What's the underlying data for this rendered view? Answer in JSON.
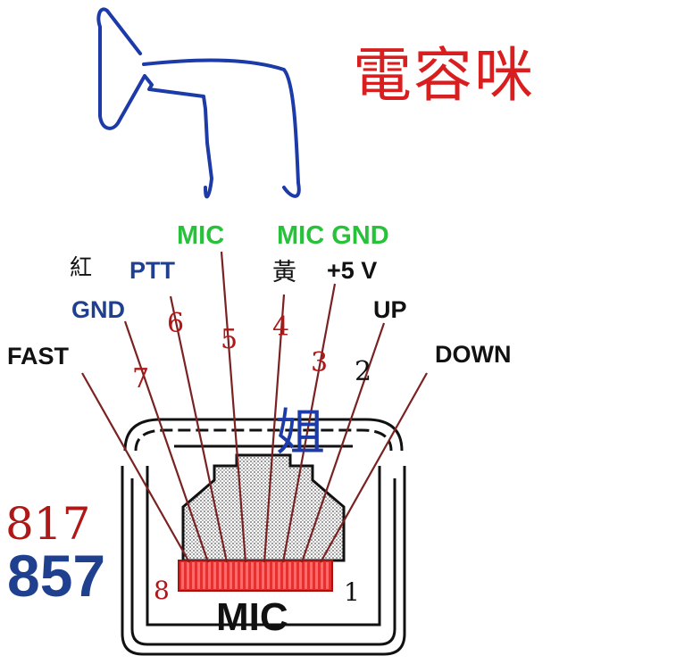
{
  "title": "電容咪",
  "annotations": {
    "red_mark": "紅",
    "yellow_mark": "黃",
    "sister_mark": "姐"
  },
  "models": [
    "817",
    "857"
  ],
  "connector_label": "MIC",
  "end_numbers": {
    "left": "8",
    "right": "1"
  },
  "pins": [
    {
      "number": "8",
      "name": "FAST"
    },
    {
      "number": "7",
      "name": "GND"
    },
    {
      "number": "6",
      "name": "PTT"
    },
    {
      "number": "5",
      "name": "MIC"
    },
    {
      "number": "4",
      "name": "黃"
    },
    {
      "number": "3",
      "name": "+5 V"
    },
    {
      "number": "2",
      "name": "UP"
    },
    {
      "number": "1",
      "name": "DOWN"
    }
  ],
  "top_labels": {
    "mic": "MIC",
    "mic_gnd": "MIC GND"
  },
  "colors": {
    "title_red": "#d81e1e",
    "number_red": "#b01818",
    "model_navy": "#1f3f8f",
    "green": "#27c23a",
    "wire": "#7a2222",
    "blue_ink": "#1c3aa8",
    "black": "#111111"
  }
}
